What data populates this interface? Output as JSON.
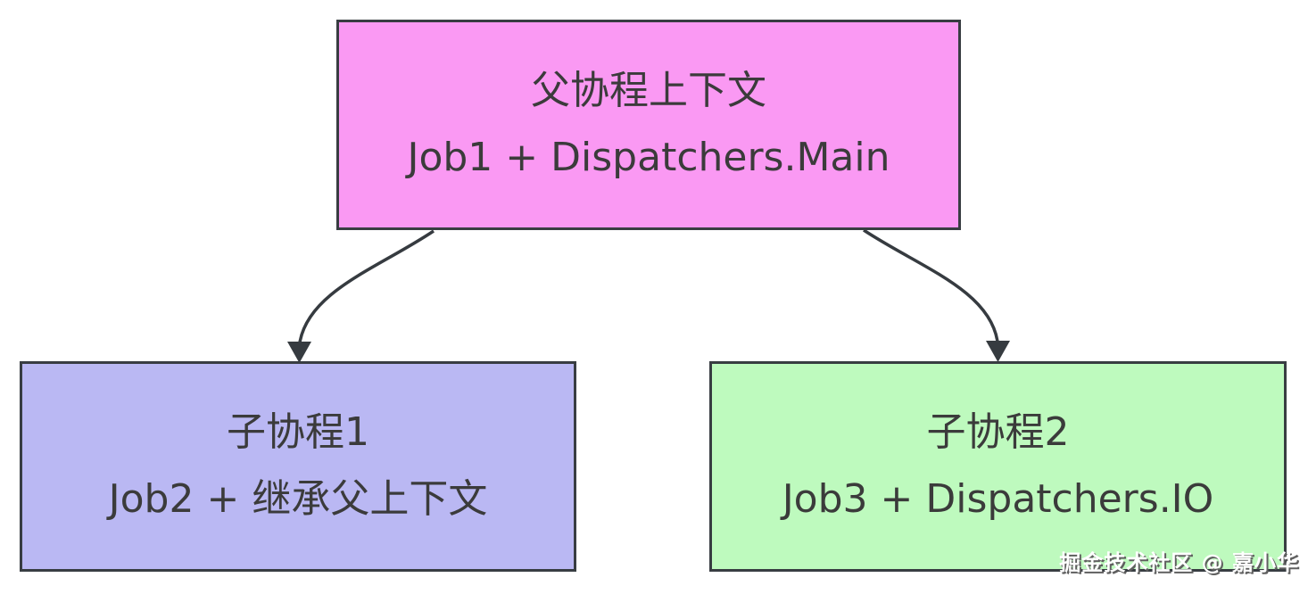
{
  "diagram": {
    "type": "flowchart",
    "nodes": {
      "parent": {
        "title": "父协程上下文",
        "subtitle": "Job1 + Dispatchers.Main",
        "fill": "#fa99f3"
      },
      "child1": {
        "title": "子协程1",
        "subtitle": "Job2 + 继承父上下文",
        "fill": "#bab8f3"
      },
      "child2": {
        "title": "子协程2",
        "subtitle": "Job3 + Dispatchers.IO",
        "fill": "#befabe"
      }
    },
    "edges": [
      {
        "from": "parent",
        "to": "child1"
      },
      {
        "from": "parent",
        "to": "child2"
      }
    ],
    "stroke_color": "#363b40",
    "border_color": "#383d42",
    "text_color": "#3b3b3b"
  },
  "watermark": {
    "text": "掘金技术社区 @ 嘉小华"
  }
}
